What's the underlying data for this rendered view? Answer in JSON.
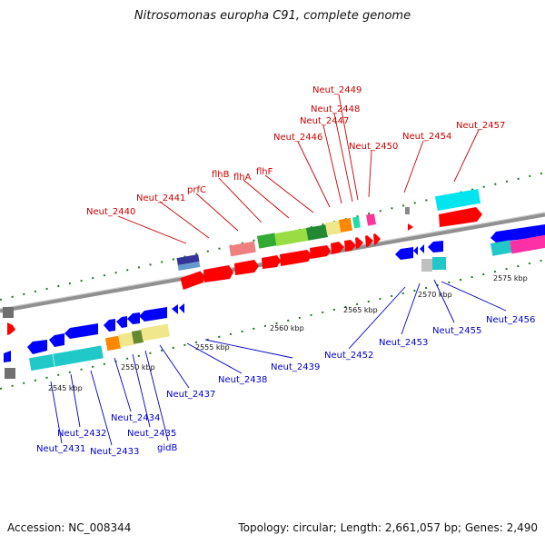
{
  "header": {
    "title": "Nitrosomonas europha C91, complete genome"
  },
  "footer": {
    "accession": "Accession: NC_008344",
    "summary": "Topology: circular; Length: 2,661,057 bp; Genes: 2,490"
  },
  "scale_labels": [
    "2545 kbp",
    "2550 kbp",
    "2555 kbp",
    "2560 kbp",
    "2565 kbp",
    "2570 kbp",
    "2575 kbp"
  ],
  "forward_labels": [
    "Neut_2440",
    "Neut_2441",
    "prfC",
    "flhB",
    "flhA",
    "flhF",
    "Neut_2446",
    "Neut_2447",
    "Neut_2448",
    "Neut_2449",
    "Neut_2450",
    "Neut_2454",
    "Neut_2457"
  ],
  "reverse_labels": [
    "Neut_2431",
    "Neut_2432",
    "Neut_2433",
    "Neut_2434",
    "Neut_2435",
    "gidB",
    "Neut_2437",
    "Neut_2438",
    "Neut_2439",
    "Neut_2452",
    "Neut_2453",
    "Neut_2455",
    "Neut_2456"
  ],
  "colors": {
    "forward_label": "#cc0000",
    "reverse_label": "#0000cc",
    "cds_forward": "#ff0000",
    "cds_reverse": "#0000ff",
    "backbone": "#808080",
    "tick": "#1a7a1a"
  }
}
